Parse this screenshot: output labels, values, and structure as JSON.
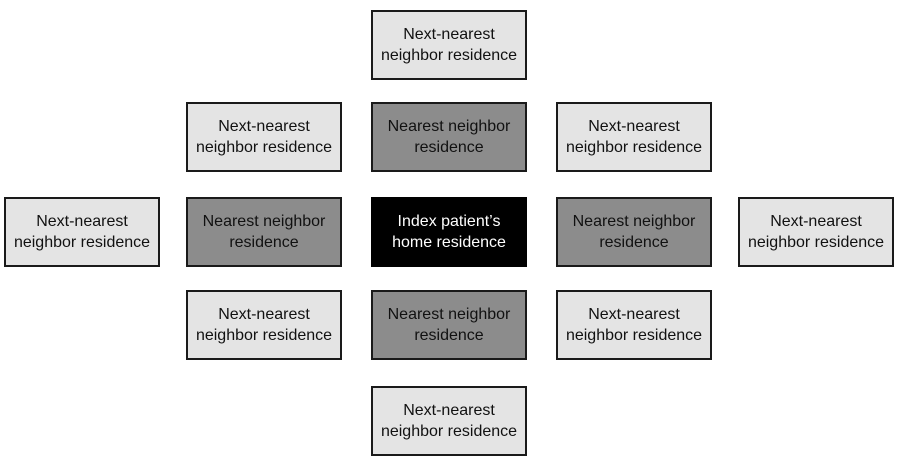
{
  "colors": {
    "next_nearest_fill": "#e4e4e4",
    "nearest_fill": "#8c8c8c",
    "index_fill": "#000000",
    "index_text": "#ffffff",
    "border": "#1a1a1a"
  },
  "cells": {
    "top": "Next-nearest neighbor residence",
    "upper_left": "Next-nearest neighbor residence",
    "upper_center": "Nearest neighbor residence",
    "upper_right": "Next-nearest neighbor residence",
    "far_left": "Next-nearest neighbor residence",
    "middle_left": "Nearest neighbor residence",
    "center": "Index patient’s home residence",
    "middle_right": "Nearest neighbor residence",
    "far_right": "Next-nearest neighbor residence",
    "lower_left": "Next-nearest neighbor residence",
    "lower_center": "Nearest neighbor residence",
    "lower_right": "Next-nearest neighbor residence",
    "bottom": "Next-nearest neighbor residence"
  }
}
